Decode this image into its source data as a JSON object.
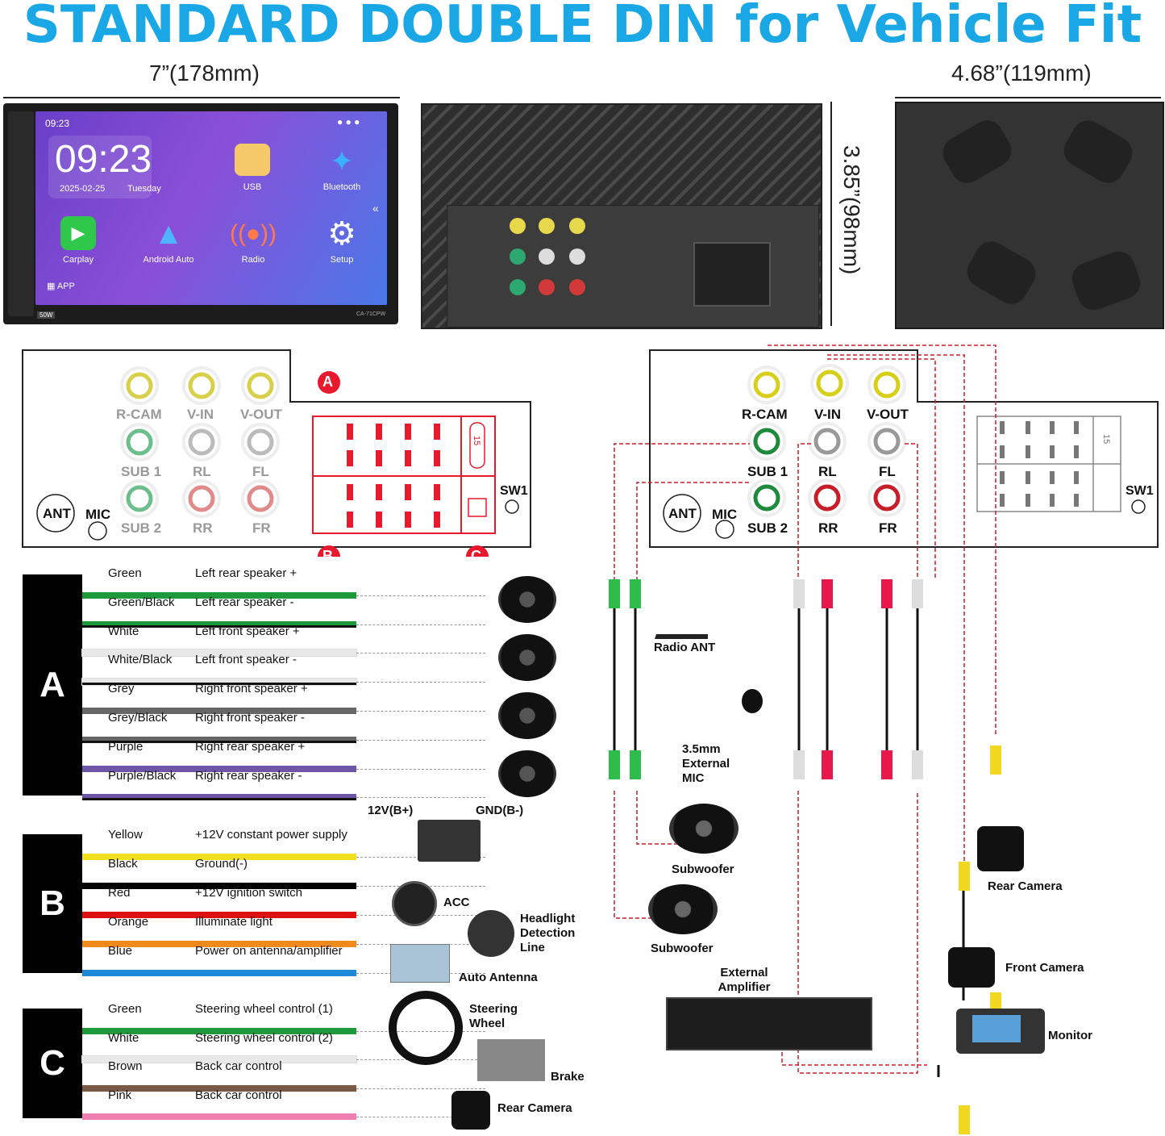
{
  "title": "STANDARD DOUBLE DIN for Vehicle Fit",
  "dimensions": {
    "width": "7”(178mm)",
    "height": "3.85”(98mm)",
    "depth": "4.68”(119mm)"
  },
  "head_unit": {
    "status_time": "09:23",
    "clock": "09:23",
    "date": "2025-02-25",
    "day": "Tuesday",
    "apps": [
      "USB",
      "Bluetooth",
      "Carplay",
      "Android Auto",
      "Radio",
      "Setup"
    ],
    "app_button": "APP",
    "model": "CA-71CPW",
    "badge": "50W"
  },
  "back_panel": {
    "ports": [
      "R-CAM",
      "V-IN",
      "V-OUT",
      "SUB 1",
      "RL",
      "FL",
      "SUB 2",
      "RR",
      "FR"
    ],
    "mic": "MIC",
    "sw": "SW1",
    "ant": "ANT"
  },
  "connector_markers": [
    "A",
    "B",
    "C"
  ],
  "connector_number": "15",
  "harness": {
    "A": [
      {
        "color": "Green",
        "function": "Left rear speaker +",
        "hex": "#1e9a3c",
        "stripe": false
      },
      {
        "color": "Green/Black",
        "function": "Left rear speaker -",
        "hex": "#1e9a3c",
        "stripe": true
      },
      {
        "color": "White",
        "function": "Left front speaker +",
        "hex": "#e8e8e8",
        "stripe": false
      },
      {
        "color": "White/Black",
        "function": "Left front speaker -",
        "hex": "#e8e8e8",
        "stripe": true
      },
      {
        "color": "Grey",
        "function": "Right front speaker +",
        "hex": "#666666",
        "stripe": false
      },
      {
        "color": "Grey/Black",
        "function": "Right front speaker -",
        "hex": "#666666",
        "stripe": true
      },
      {
        "color": "Purple",
        "function": "Right rear speaker +",
        "hex": "#6e55a8",
        "stripe": false
      },
      {
        "color": "Purple/Black",
        "function": "Right rear speaker -",
        "hex": "#6e55a8",
        "stripe": true
      }
    ],
    "B": [
      {
        "color": "Yellow",
        "function": "+12V constant power supply",
        "hex": "#f0e020"
      },
      {
        "color": "Black",
        "function": "Ground(-)",
        "hex": "#000000"
      },
      {
        "color": "Red",
        "function": "+12V ignition switch",
        "hex": "#dd1111"
      },
      {
        "color": "Orange",
        "function": "Illuminate light",
        "hex": "#f08a1c"
      },
      {
        "color": "Blue",
        "function": "Power on antenna/amplifier",
        "hex": "#1e88d8"
      }
    ],
    "C": [
      {
        "color": "Green",
        "function": "Steering wheel control (1)",
        "hex": "#1e9a3c"
      },
      {
        "color": "White",
        "function": "Steering wheel control (2)",
        "hex": "#e8e8e8"
      },
      {
        "color": "Brown",
        "function": "Back car control",
        "hex": "#7a5a45"
      },
      {
        "color": "Pink",
        "function": "Back car control",
        "hex": "#ee7fb0"
      }
    ]
  },
  "power_labels": {
    "plus": "12V(B+)",
    "minus": "GND(B-)"
  },
  "devices": {
    "acc": "ACC",
    "headlight": "Headlight Detection Line",
    "auto_antenna": "Auto Antenna",
    "steering": "Steering Wheel",
    "brake": "Brake",
    "rear_camera": "Rear Camera",
    "radio_ant": "Radio ANT",
    "mic": "3.5mm External MIC",
    "subwoofer": "Subwoofer",
    "amplifier": "External Amplifier",
    "front_camera": "Front Camera",
    "monitor": "Monitor"
  },
  "colors": {
    "title": "#1aa7e6",
    "marker": "#e8192c"
  }
}
